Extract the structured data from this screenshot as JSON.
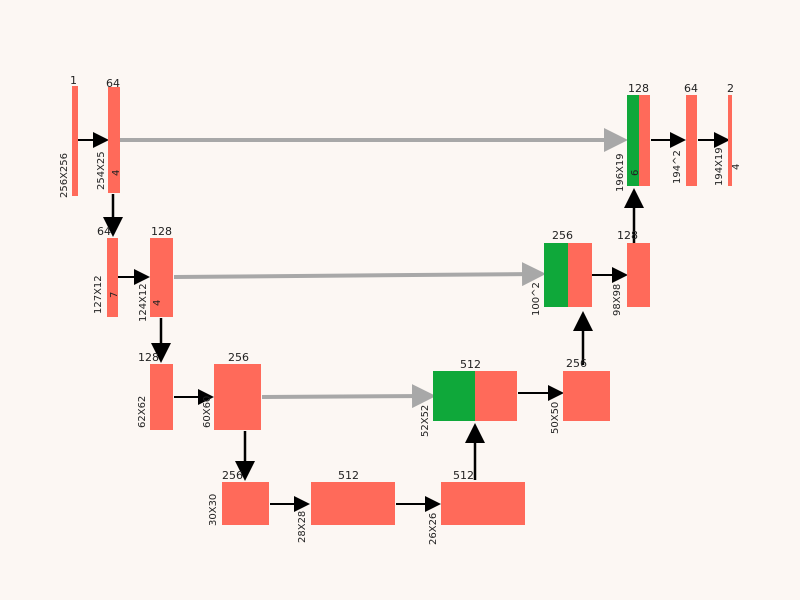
{
  "colors": {
    "block": "#ff6a5a",
    "concat": "#0fa83a",
    "skip_arrow": "#a8a8a8",
    "arrow": "#000000",
    "background": "#fcf7f3"
  },
  "enc1": {
    "ch_in": "1",
    "ch_out": "64",
    "size_in": "256X256",
    "size_out": "254X25",
    "size_out_tail": "4"
  },
  "enc2": {
    "ch_in": "64",
    "ch_out": "128",
    "size_in": "127X12",
    "size_in_tail": "7",
    "size_out": "124X12",
    "size_out_tail": "4"
  },
  "enc3": {
    "ch_in": "128",
    "ch_out": "256",
    "size_in": "62X62",
    "size_out": "60X60"
  },
  "bottom": {
    "ch_a": "256",
    "ch_b": "512",
    "ch_c": "512",
    "size_a": "30X30",
    "size_b": "28X28",
    "size_c": "26X26"
  },
  "dec3": {
    "ch_concat": "512",
    "ch_out": "256",
    "size_in": "52X52",
    "size_out": "50X50"
  },
  "dec2": {
    "ch_concat": "256",
    "ch_out": "128",
    "size_in": "100^2",
    "size_out": "98X98"
  },
  "dec1": {
    "ch_concat": "128",
    "ch_mid": "64",
    "ch_out": "2",
    "size_in": "196X19",
    "size_in_tail": "6",
    "size_mid": "194^2",
    "size_out": "194X19",
    "size_out_tail": "4"
  }
}
